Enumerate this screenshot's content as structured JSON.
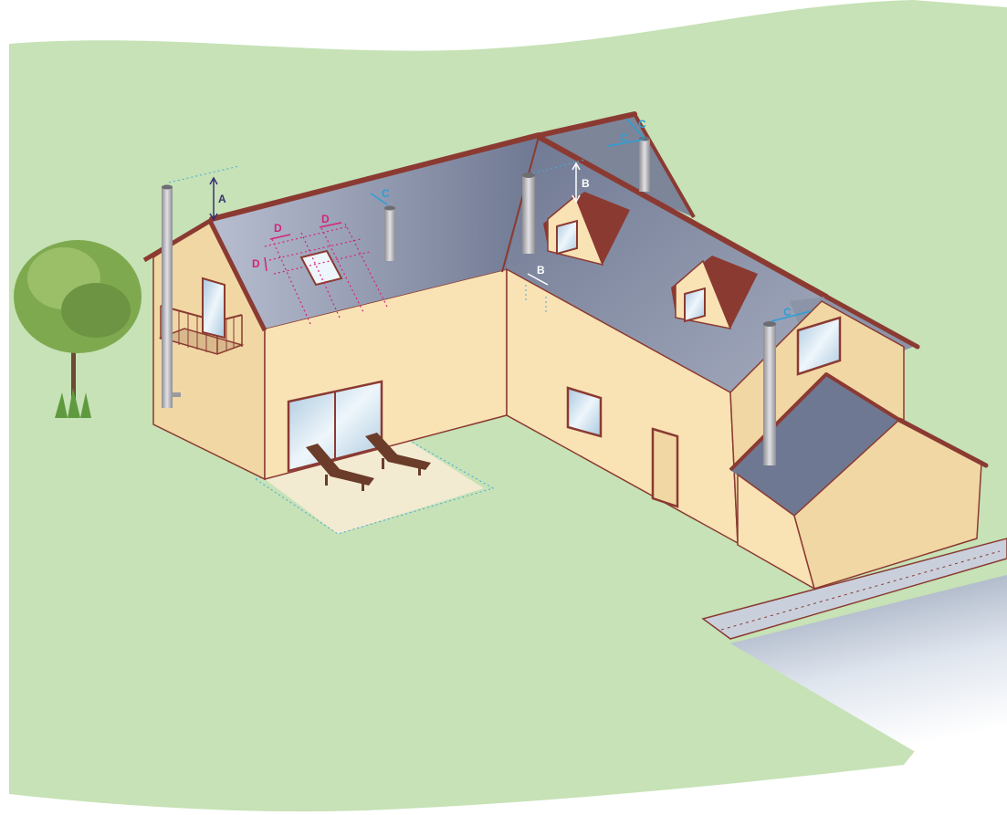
{
  "labels": {
    "a": "A",
    "b_gable": "B",
    "b_wall": "B",
    "c_top_1": "C",
    "c_top_2": "C",
    "c_main_roof": "C",
    "c_right_roof": "C",
    "d_left": "D",
    "d_right": "D",
    "d_side": "D"
  },
  "colors": {
    "lawn": "#c6e2b6",
    "wall": "#f9e3b5",
    "wall_shade": "#f1d7a4",
    "roof": "#8c94a8",
    "roof_trim": "#8b3a32",
    "pipe": "#b8b8bc",
    "label_a_b": "#3b2f6e",
    "label_c": "#2a9fd6",
    "label_d": "#d4237a",
    "terrace": "#f3ead2",
    "pool": "#dfe5ee"
  }
}
